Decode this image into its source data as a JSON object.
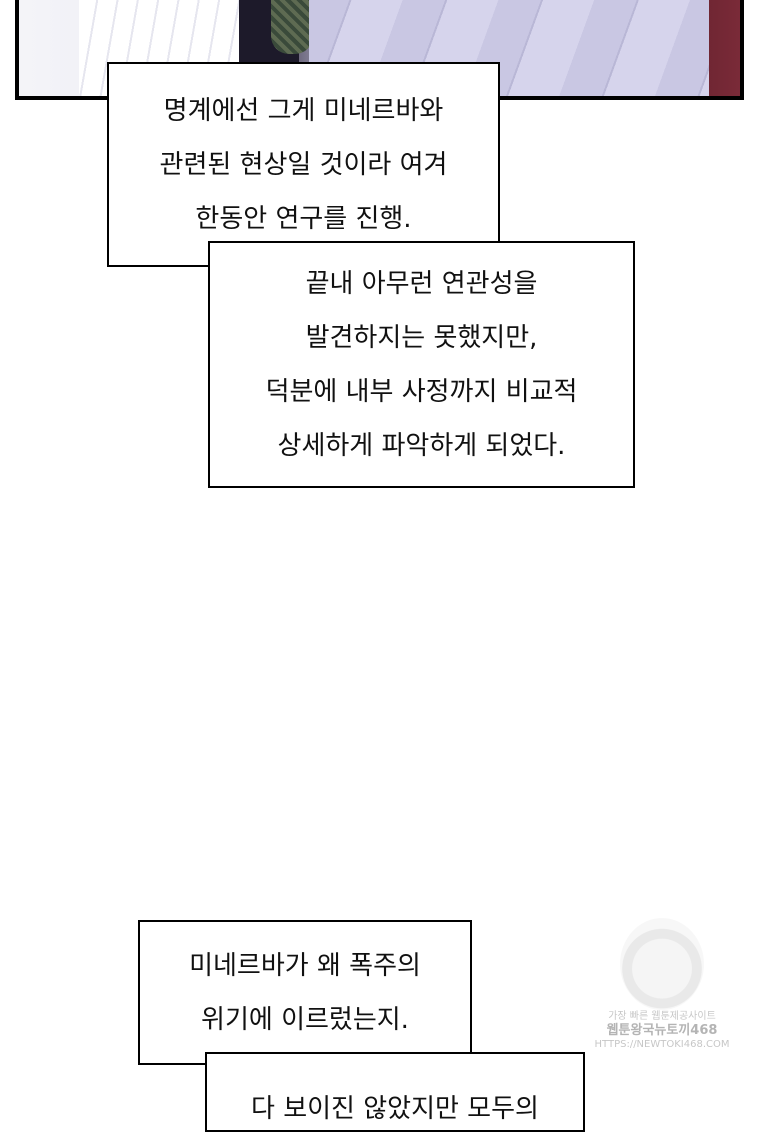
{
  "top_panel": {},
  "bubbles": [
    {
      "lines": [
        "명계에선 그게 미네르바와",
        "관련된 현상일 것이라 여겨",
        "한동안 연구를 진행."
      ]
    },
    {
      "lines": [
        "끝내 아무런 연관성을",
        "발견하지는 못했지만,",
        "덕분에 내부 사정까지 비교적",
        "상세하게 파악하게 되었다."
      ]
    },
    {
      "lines": [
        "미네르바가 왜 폭주의",
        "위기에 이르렀는지."
      ]
    },
    {
      "lines": [
        "다 보이진 않았지만 모두의"
      ]
    }
  ],
  "watermark": {
    "line1": "가장 빠른 웹툰제공사이트",
    "line2": "웹툰왕국뉴토끼468",
    "line3": "HTTPS://NEWTOKI468.COM"
  }
}
